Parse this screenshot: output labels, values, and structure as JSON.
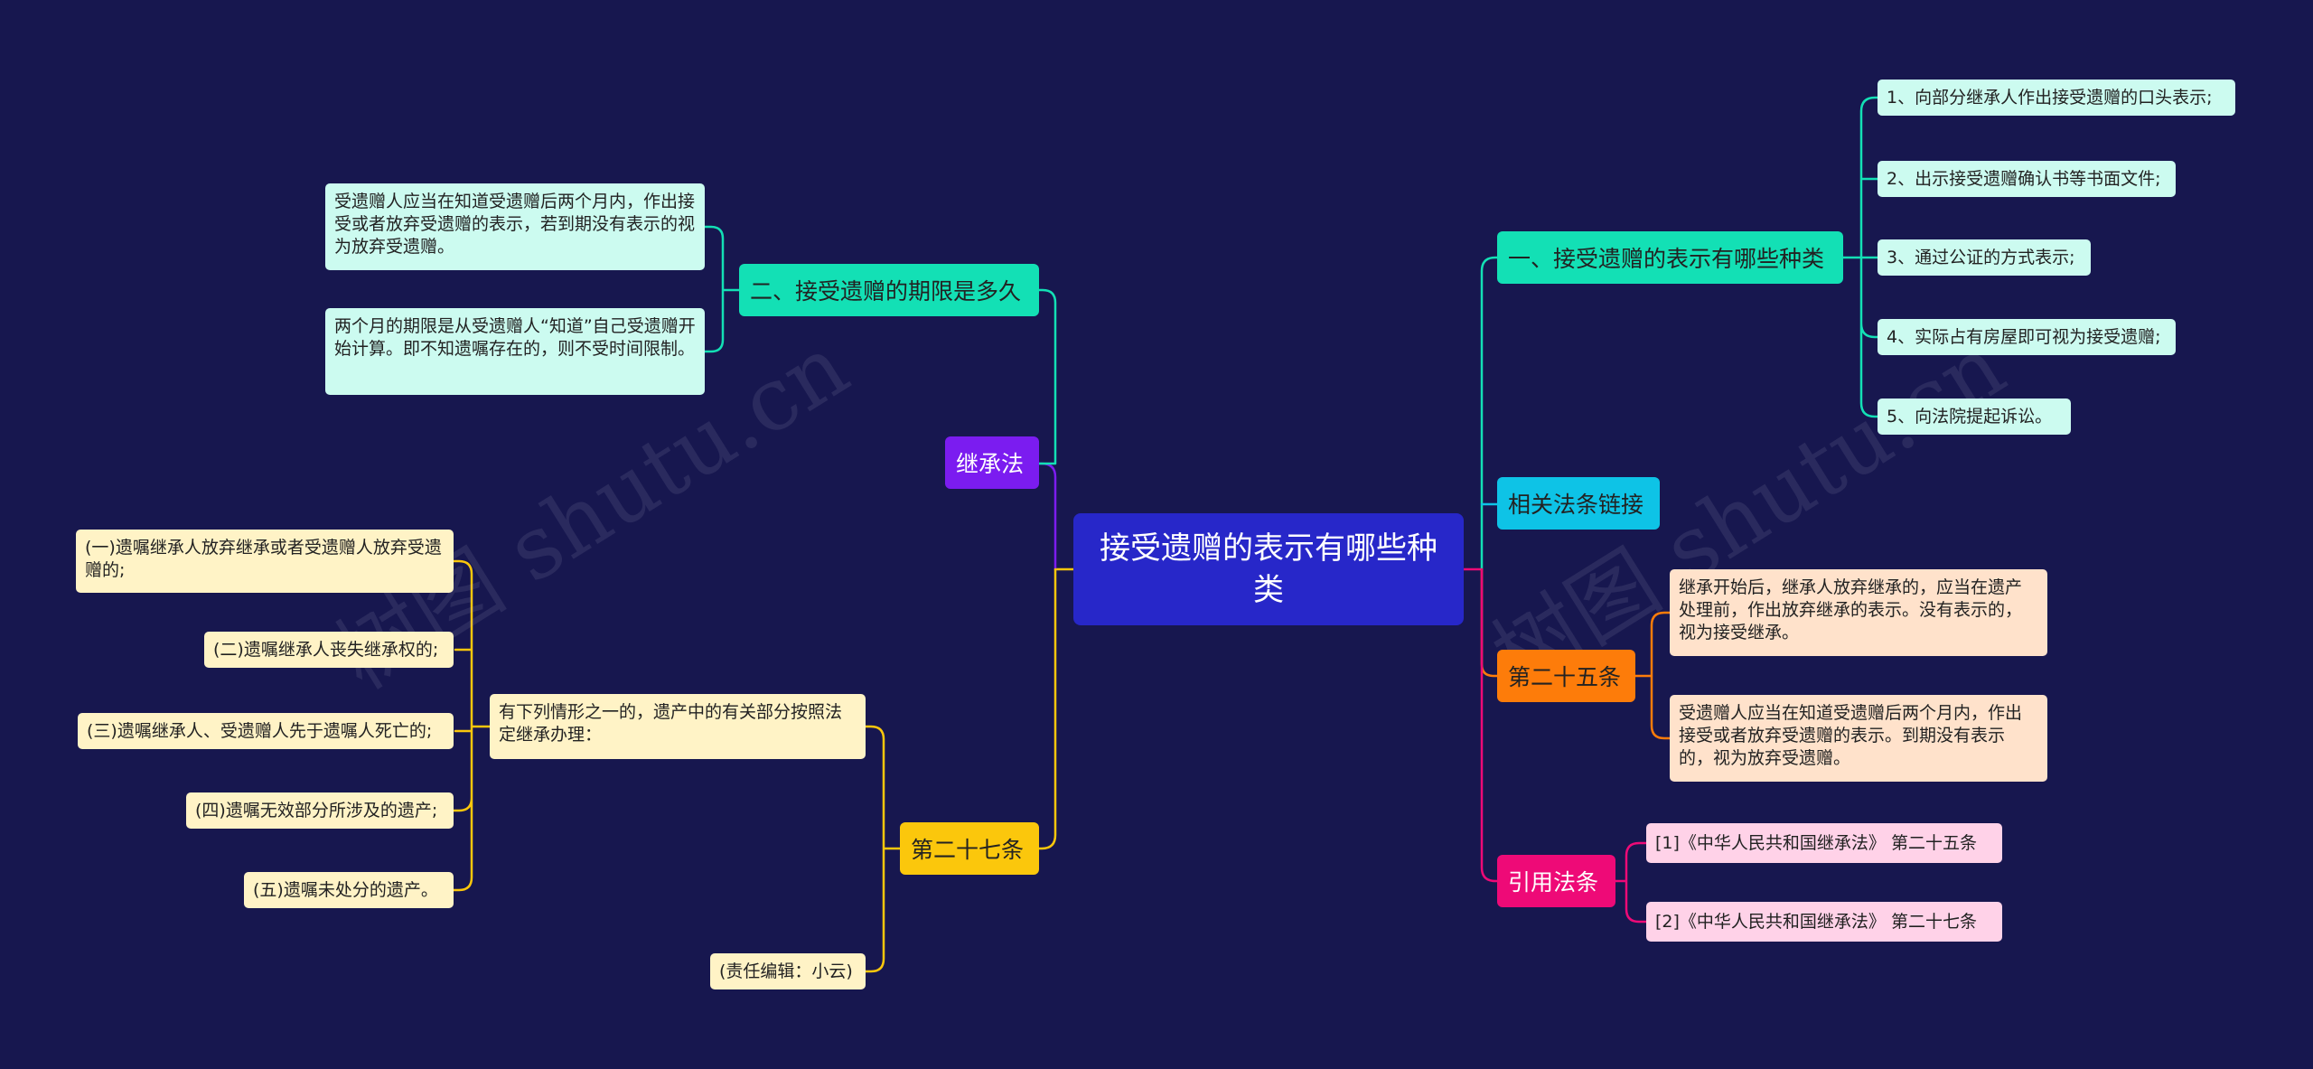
{
  "root": {
    "label": "接受遗赠的表示有哪些种类"
  },
  "right": {
    "b1": {
      "label": "一、接受遗赠的表示有哪些种类",
      "items": [
        "1、向部分继承人作出接受遗赠的口头表示;",
        "2、出示接受遗赠确认书等书面文件;",
        "3、通过公证的方式表示;",
        "4、实际占有房屋即可视为接受遗赠;",
        "5、向法院提起诉讼。"
      ]
    },
    "b2": {
      "label": "相关法条链接"
    },
    "b3": {
      "label": "第二十五条",
      "items": [
        "继承开始后，继承人放弃继承的，应当在遗产处理前，作出放弃继承的表示。没有表示的，视为接受继承。",
        "受遗赠人应当在知道受遗赠后两个月内，作出接受或者放弃受遗赠的表示。到期没有表示的，视为放弃受遗赠。"
      ]
    },
    "b4": {
      "label": "引用法条",
      "items": [
        "[1]《中华人民共和国继承法》 第二十五条",
        "[2]《中华人民共和国继承法》 第二十七条"
      ]
    }
  },
  "left": {
    "b1": {
      "label": "继承法",
      "sub": {
        "label": "二、接受遗赠的期限是多久",
        "items": [
          "受遗赠人应当在知道受遗赠后两个月内，作出接受或者放弃受遗赠的表示，若到期没有表示的视为放弃受遗赠。",
          "两个月的期限是从受遗赠人“知道”自己受遗赠开始计算。即不知遗嘱存在的，则不受时间限制。"
        ]
      }
    },
    "b2": {
      "label": "第二十七条",
      "sub": {
        "label": "有下列情形之一的，遗产中的有关部分按照法定继承办理：",
        "items": [
          "(一)遗嘱继承人放弃继承或者受遗赠人放弃受遗赠的;",
          "(二)遗嘱继承人丧失继承权的;",
          "(三)遗嘱继承人、受遗赠人先于遗嘱人死亡的;",
          "(四)遗嘱无效部分所涉及的遗产;",
          "(五)遗嘱未处分的遗产。"
        ]
      },
      "editor": "(责任编辑：小云)"
    }
  },
  "watermark": "树图 shutu.cn",
  "colors": {
    "background": "#17174f",
    "root": "#2727c9",
    "teal": "#13e0b5",
    "cyan": "#0ec3e6",
    "orange": "#fd7c0a",
    "magenta": "#ee0a77",
    "purple": "#7b1cf0",
    "yellow": "#fbc70c"
  }
}
